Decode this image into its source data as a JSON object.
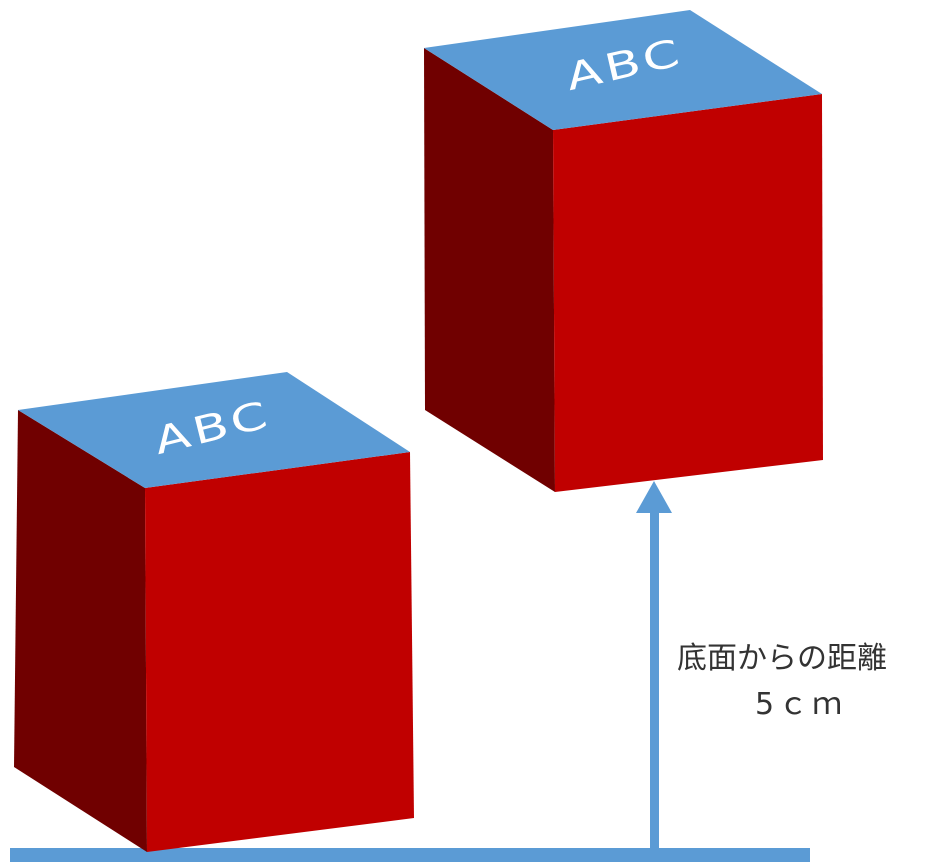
{
  "blocks": [
    {
      "top_text": "ABC"
    },
    {
      "top_text": "ABC"
    }
  ],
  "annotation": {
    "line1": "底面からの距離",
    "line2": "5ｃｍ"
  },
  "colors": {
    "front_face": "#c00000",
    "side_face": "#700000",
    "top_face": "#5b9bd5",
    "arrow": "#5b9bd5",
    "base_line": "#5b9bd5"
  }
}
